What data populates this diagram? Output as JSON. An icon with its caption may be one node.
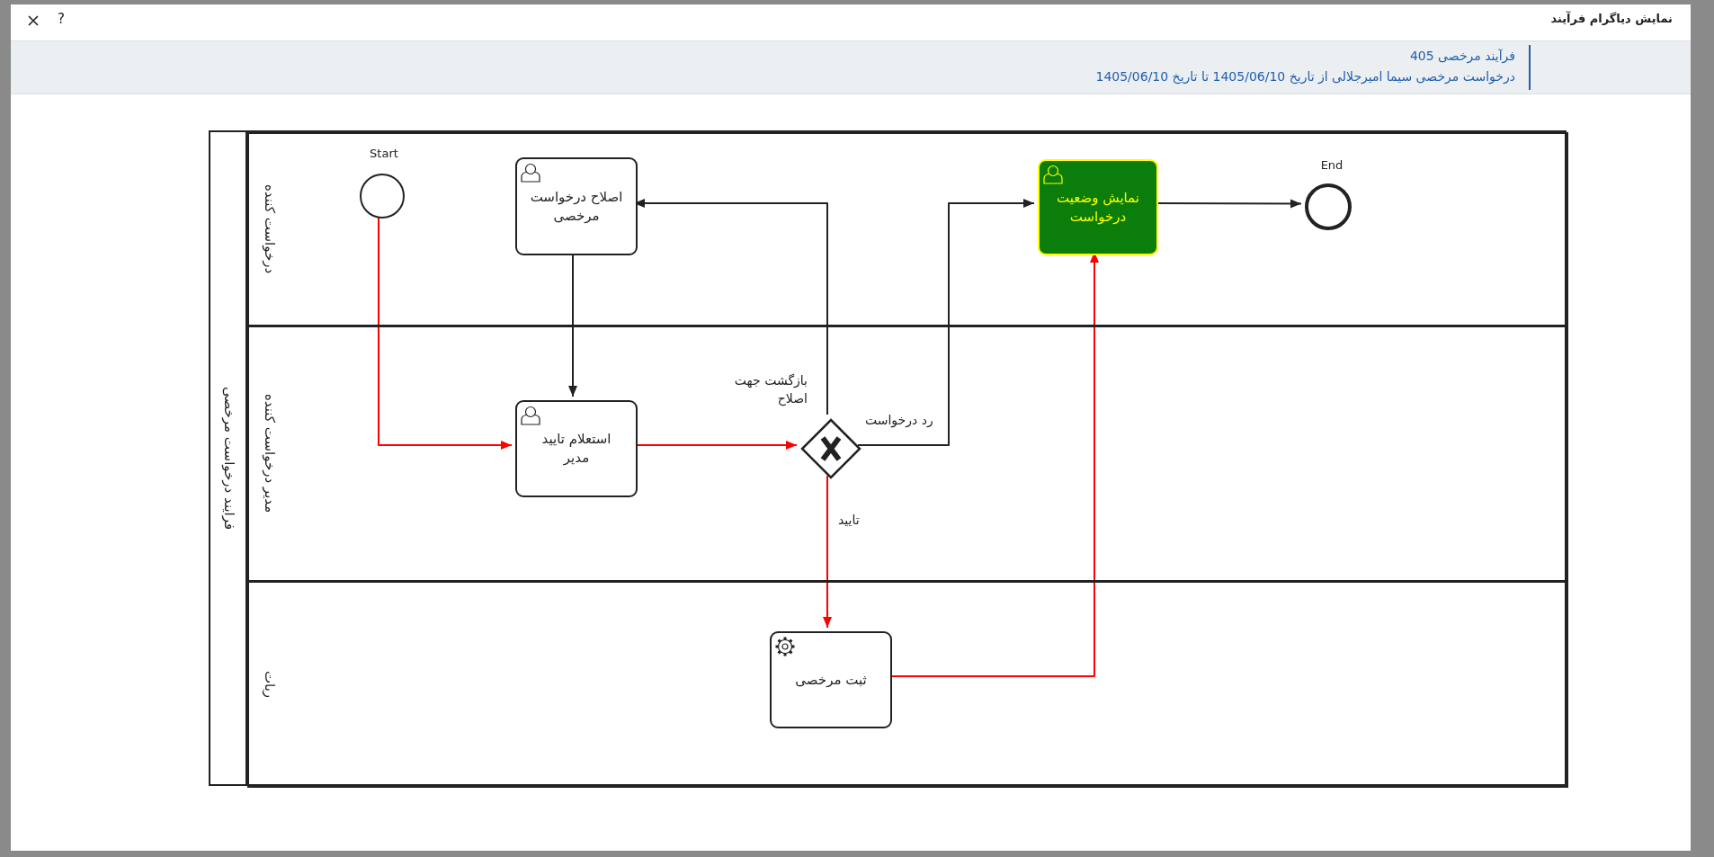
{
  "diagram": {
    "title": "نمایش دیاگرام فرآیند",
    "nodes": [
      {
        "text": [
          "فرایند درخواست مرخصی"
        ]
      },
      {
        "text": [
          "درخواست کننده"
        ],
        "in": 0
      },
      {
        "text": [
          "مدیر درخواست کننده"
        ],
        "in": 0
      },
      {
        "text": [
          "ربات"
        ],
        "in": 0
      },
      {
        "text": [
          "Start"
        ],
        "in": 1
      },
      {
        "text": [
          "اصلاح درخواست مرخصی"
        ],
        "in": 1
      },
      {
        "text": [
          "نمایش وضعیت درخواست"
        ],
        "in": 1
      },
      {
        "text": [
          "End"
        ],
        "in": 1
      },
      {
        "text": [
          "استعلام تایید مدیر"
        ],
        "in": 2
      },
      {
        "text": [],
        "shape": "diamond",
        "in": 2
      },
      {
        "text": [
          "ثبت مرخصی"
        ],
        "in": 3
      }
    ],
    "edges": [
      {
        "from": 4,
        "to": 8,
        "arrow": "to",
        "color": "#ff0000"
      },
      {
        "from": 5,
        "to": 8,
        "arrow": "to",
        "color": "#222222"
      },
      {
        "from": 8,
        "to": 9,
        "arrow": "to",
        "color": "#ff0000"
      },
      {
        "from": 9,
        "to": 5,
        "arrow": "to",
        "label": "بازگشت جهت اصلاح",
        "color": "#222222"
      },
      {
        "from": 9,
        "to": 6,
        "arrow": "to",
        "label": "رد درخواست",
        "color": "#222222"
      },
      {
        "from": 9,
        "to": 10,
        "arrow": "to",
        "label": "تایید",
        "color": "#ff0000"
      },
      {
        "from": 10,
        "to": 6,
        "arrow": "to",
        "color": "#ff0000"
      },
      {
        "from": 6,
        "to": 7,
        "arrow": "to",
        "color": "#222222"
      }
    ],
    "labels": [
      "?",
      "فرآیند مرخصی 405",
      "درخواست مرخصی سیما امیرجلالی از تاریخ 1405/06/10 تا تاریخ 1405/06/10"
    ]
  }
}
